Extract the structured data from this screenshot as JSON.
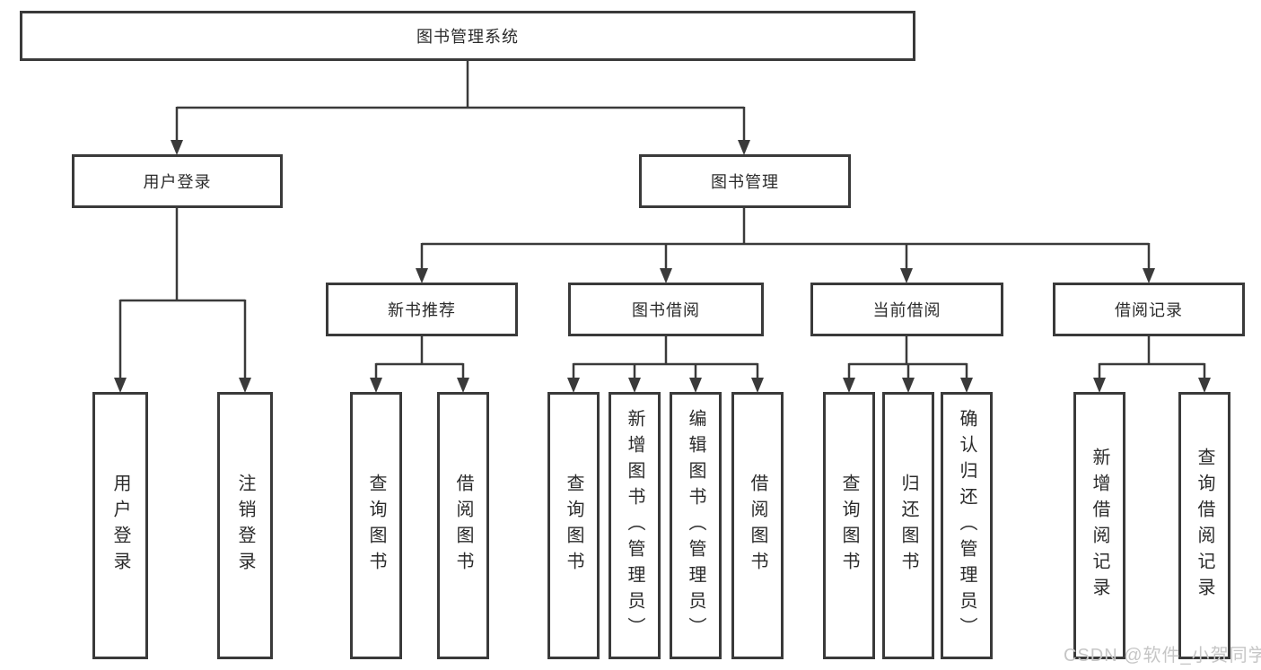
{
  "colors": {
    "line": "#3a3a3a",
    "text": "#2b2b2b",
    "background": "#ffffff",
    "watermark": "#c6c6c6"
  },
  "watermark": {
    "text": "CSDN @软件_小贺同学"
  },
  "diagram": {
    "root": {
      "label": "图书管理系统"
    },
    "branches": [
      {
        "label": "用户登录",
        "children": [
          {
            "label": "用户登录"
          },
          {
            "label": "注销登录"
          }
        ]
      },
      {
        "label": "图书管理",
        "children": [
          {
            "label": "新书推荐",
            "children": [
              {
                "label": "查询图书"
              },
              {
                "label": "借阅图书"
              }
            ]
          },
          {
            "label": "图书借阅",
            "children": [
              {
                "label": "查询图书"
              },
              {
                "label": "新增图书（管理员）"
              },
              {
                "label": "编辑图书（管理员）"
              },
              {
                "label": "借阅图书"
              }
            ]
          },
          {
            "label": "当前借阅",
            "children": [
              {
                "label": "查询图书"
              },
              {
                "label": "归还图书"
              },
              {
                "label": "确认归还（管理员）"
              }
            ]
          },
          {
            "label": "借阅记录",
            "children": [
              {
                "label": "新增借阅记录"
              },
              {
                "label": "查询借阅记录"
              }
            ]
          }
        ]
      }
    ]
  }
}
